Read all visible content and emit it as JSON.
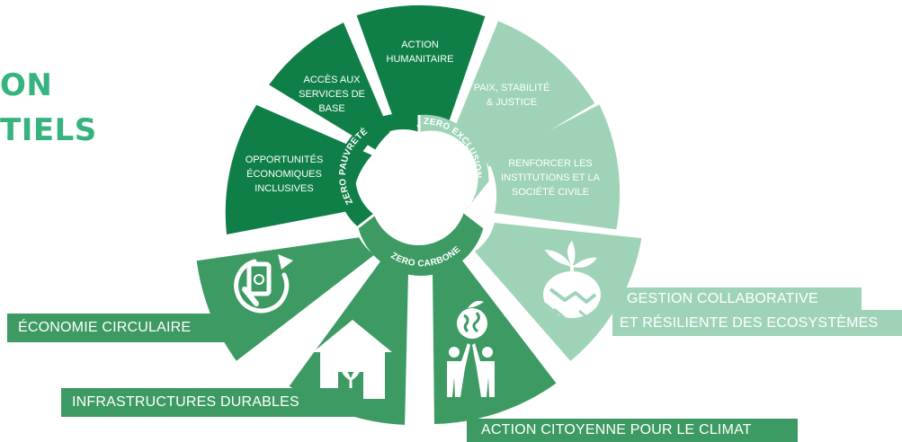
{
  "headline": {
    "line1": "ON",
    "line2": "TIELS"
  },
  "upper_segments": [
    {
      "lines": [
        "OPPORTUNITÉS",
        "ÉCONOMIQUES",
        "INCLUSIVES"
      ]
    },
    {
      "lines": [
        "ACCÈS AUX",
        "SERVICES DE",
        "BASE"
      ]
    },
    {
      "lines": [
        "ACTION",
        "HUMANITAIRE"
      ]
    },
    {
      "lines": [
        "PAIX, STABILITÉ",
        "& JUSTICE"
      ]
    },
    {
      "lines": [
        "RENFORCER LES",
        "INSTITUTIONS ET LA",
        "SOCIÉTÉ CIVILE"
      ]
    }
  ],
  "ring": {
    "zero_pauvrete": "ZERO PAUVRETÉ",
    "zero_exclusion": "ZERO EXCLUSION",
    "zero_carbone": "ZERO CARBONE"
  },
  "lower_segments": [
    {
      "label": "ÉCONOMIE CIRCULAIRE",
      "icon": "circular-economy-icon"
    },
    {
      "label": "INFRASTRUCTURES DURABLES",
      "icon": "house-plant-icon"
    },
    {
      "label": "ACTION CITOYENNE POUR LE CLIMAT",
      "icon": "people-globe-icon"
    },
    {
      "label_lines": [
        "GESTION COLLABORATIVE",
        "ET RÉSILIENTE DES ECOSYSTÈMES"
      ],
      "icon": "handshake-plant-icon"
    }
  ],
  "colors": {
    "dark_green": "#0f7f47",
    "medium_green": "#3d9a63",
    "light_green": "#9fd3b8",
    "headline_green": "#36b37e",
    "white": "#ffffff"
  }
}
